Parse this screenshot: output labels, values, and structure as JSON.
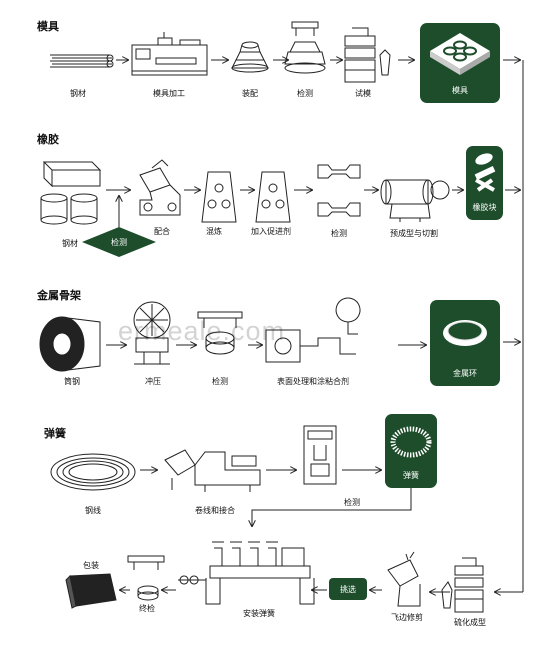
{
  "sections": {
    "mold": "模具",
    "rubber": "橡胶",
    "metal": "金属骨架",
    "spring": "弹簧"
  },
  "mold_steps": [
    "钢材",
    "模具加工",
    "装配",
    "检测",
    "试模"
  ],
  "mold_panel": "模具",
  "rubber_steps": [
    "钢材",
    "配合",
    "混炼",
    "加入促进剂",
    "检测",
    "预成型与切割"
  ],
  "rubber_badge": "检测",
  "rubber_panel": "橡胶块",
  "metal_steps": [
    "筒钢",
    "冲压",
    "检测",
    "表面处理和涂粘合剂"
  ],
  "metal_panel": "金属环",
  "spring_steps": [
    "钢线",
    "卷线和接合",
    "检测"
  ],
  "spring_panel": "弹簧",
  "final_steps": {
    "packing": "包装",
    "final_check": "终检",
    "install": "安装弹簧",
    "trim": "飞边修剪",
    "vulcanize": "硫化成型"
  },
  "final_badge": "挑选",
  "watermark": "ermeale.com",
  "colors": {
    "panel": "#1e4d2b",
    "line": "#222222"
  },
  "icons": [
    "steel-bars-icon",
    "milling-machine-icon",
    "stacked-mold-icon",
    "caliper-icon",
    "press-tester-icon",
    "mold-plates-icon",
    "rubber-block-icon",
    "steel-cylinders-icon",
    "mixer-icon",
    "mill-icon",
    "dumbbell-sample-icon",
    "extruder-icon",
    "rubber-pieces-icon",
    "steel-coil-icon",
    "stamping-press-icon",
    "coating-machine-icon",
    "metal-ring-icon",
    "wire-coil-icon",
    "winding-machine-icon",
    "tester-cabinet-icon",
    "spring-ring-icon",
    "vulcanizing-press-icon",
    "trimming-tool-icon",
    "assembly-machine-icon",
    "gauge-icon",
    "package-box-icon"
  ]
}
